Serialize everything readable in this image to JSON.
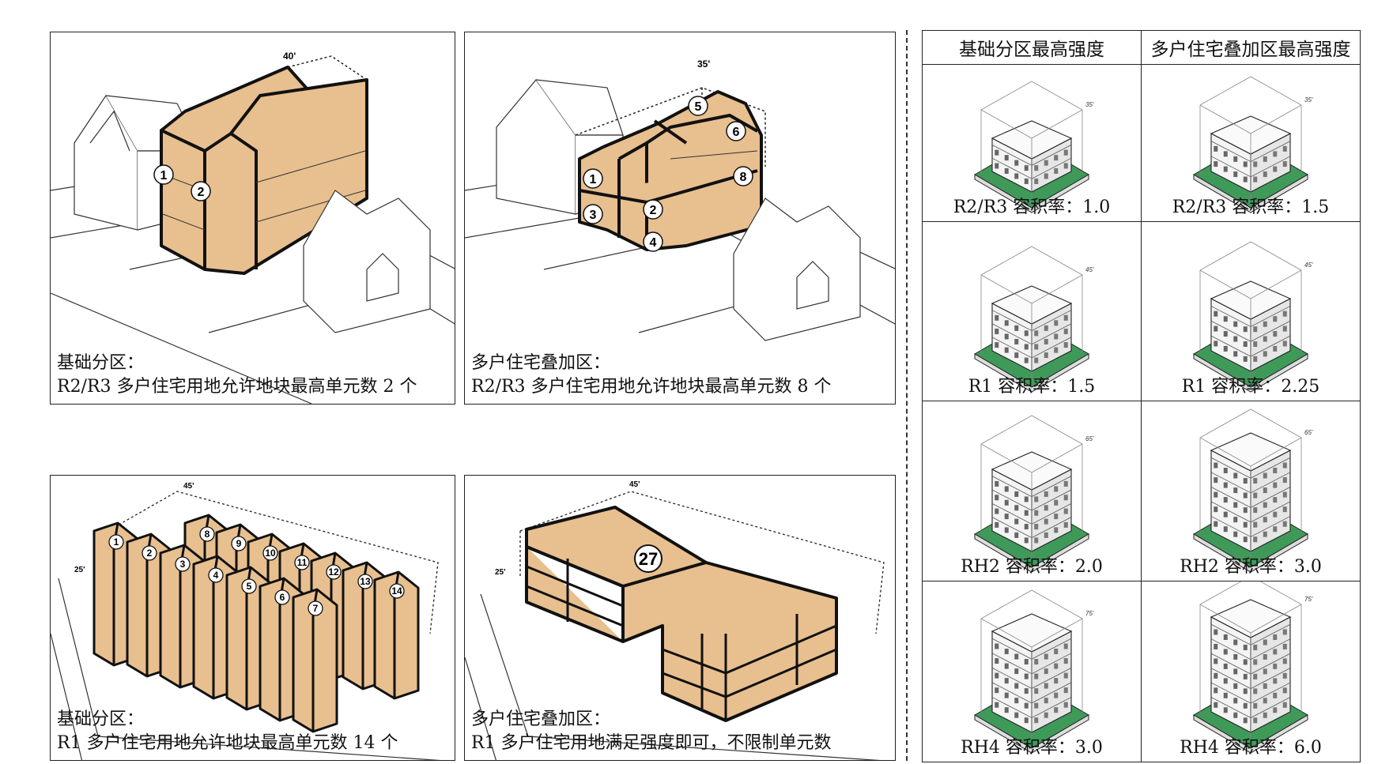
{
  "panels": {
    "tl": {
      "dim": "40'",
      "label_line1": "基础分区：",
      "label_line2": "R2/R3 多户住宅用地允许地块最高单元数 2 个",
      "units": [
        "1",
        "2"
      ]
    },
    "tr": {
      "dim": "35'",
      "label_line1": "多户住宅叠加区：",
      "label_line2": "R2/R3 多户住宅用地允许地块最高单元数 8 个",
      "units": [
        "1",
        "2",
        "3",
        "4",
        "5",
        "6",
        "8"
      ]
    },
    "bl": {
      "dim_top": "45'",
      "dim_side": "25'",
      "label_line1": "基础分区：",
      "label_line2": "R1 多户住宅用地允许地块最高单元数 14 个",
      "units": [
        "1",
        "2",
        "3",
        "4",
        "5",
        "6",
        "7",
        "8",
        "9",
        "10",
        "11",
        "12",
        "13",
        "14"
      ]
    },
    "br": {
      "dim_top": "45'",
      "dim_side": "25'",
      "label_line1": "多户住宅叠加区：",
      "label_line2": "R1 多户住宅用地满足强度即可，不限制单元数",
      "units": [
        "27"
      ]
    }
  },
  "far_table": {
    "headers": [
      "基础分区最高强度",
      "多户住宅叠加区最高强度"
    ],
    "rows": [
      {
        "left": "R2/R3 容积率：1.0",
        "right": "R2/R3 容积率：1.5",
        "left_h": "35'",
        "right_h": "35'"
      },
      {
        "left": "R1 容积率：1.5",
        "right": "R1 容积率：2.25",
        "left_h": "45'",
        "right_h": "45'"
      },
      {
        "left": "RH2 容积率：2.0",
        "right": "RH2 容积率：3.0",
        "left_h": "65'",
        "right_h": "65'"
      },
      {
        "left": "RH4 容积率：3.0",
        "right": "RH4 容积率：6.0",
        "left_h": "75'",
        "right_h": "75'"
      }
    ]
  },
  "colors": {
    "massing": "#e8bf8f",
    "ground": "#3f9a5a",
    "outline": "#111111"
  }
}
